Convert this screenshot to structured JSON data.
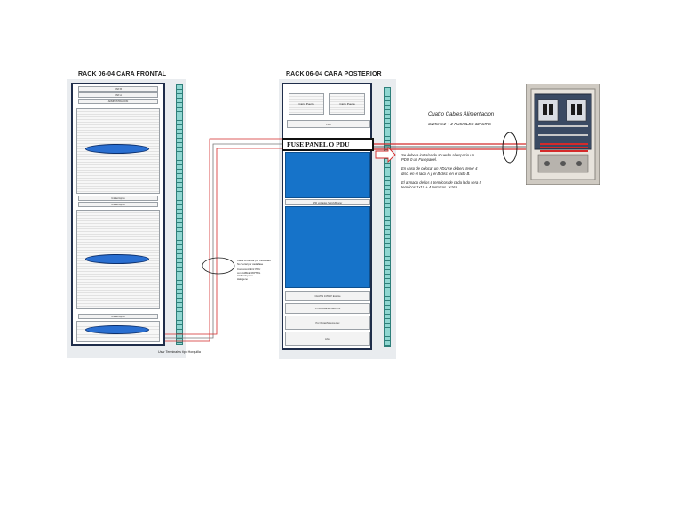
{
  "front": {
    "title": "RACK 06-04 CARA FRONTAL",
    "top_slots": [
      "DSP-B",
      "DSP-A",
      "ADMINISTRACION"
    ],
    "mid_slots": [
      "Unidad Aprox",
      "Unidad Aprox"
    ],
    "bottom_slot": "Unidad Aprox",
    "caption": "Usar Terminales tipo Horquilla",
    "callout": [
      "Cable a realizar por oficialidad",
      "No Serial por cada fase",
      "",
      "Conexion/cubrir PDU",
      "con CABLE 3XPTBG",
      "3 hilos/3 polos",
      "Halogeno"
    ]
  },
  "rear": {
    "title": "RACK 06-04 CARA POSTERIOR",
    "top_left": "Carro Puerta",
    "top_right": "Carro Puerta",
    "label_strip": "PDU",
    "fuse_label": "FUSE PANEL O PDU",
    "mid_label": "150 unidades Switch/Router",
    "lower_slots": [
      "CHASIS 1/35 10' Estante",
      "UTILIDADES PUERTOS",
      "Por Obras/Sistema Aux",
      "Libre"
    ]
  },
  "cable_label": {
    "title": "Cuatro Cables Alimentacion",
    "subtitle": "3x25mm2 + 2 FUSIBLES 32AMPS"
  },
  "notes": [
    "Se debera instalar de acuerdo al espacio un",
    "PDU 0 un Fusepanel.",
    "",
    "En caso de colocar un PDU se debera tener 4",
    "disc. en el lado A y el B disc. en el lado B.",
    "",
    "El armado de los 8 termicos de cada lado sera 4",
    "termicos 1x10 + 4 termicos 1x16A"
  ],
  "colors": {
    "rack_frame": "#1f2d4a",
    "equipment_blue": "#1673c9",
    "patch_cyan": "#8fd6d1",
    "power_cable_red": "#d42a2a",
    "ellipse_blue": "#2a6fd1"
  }
}
